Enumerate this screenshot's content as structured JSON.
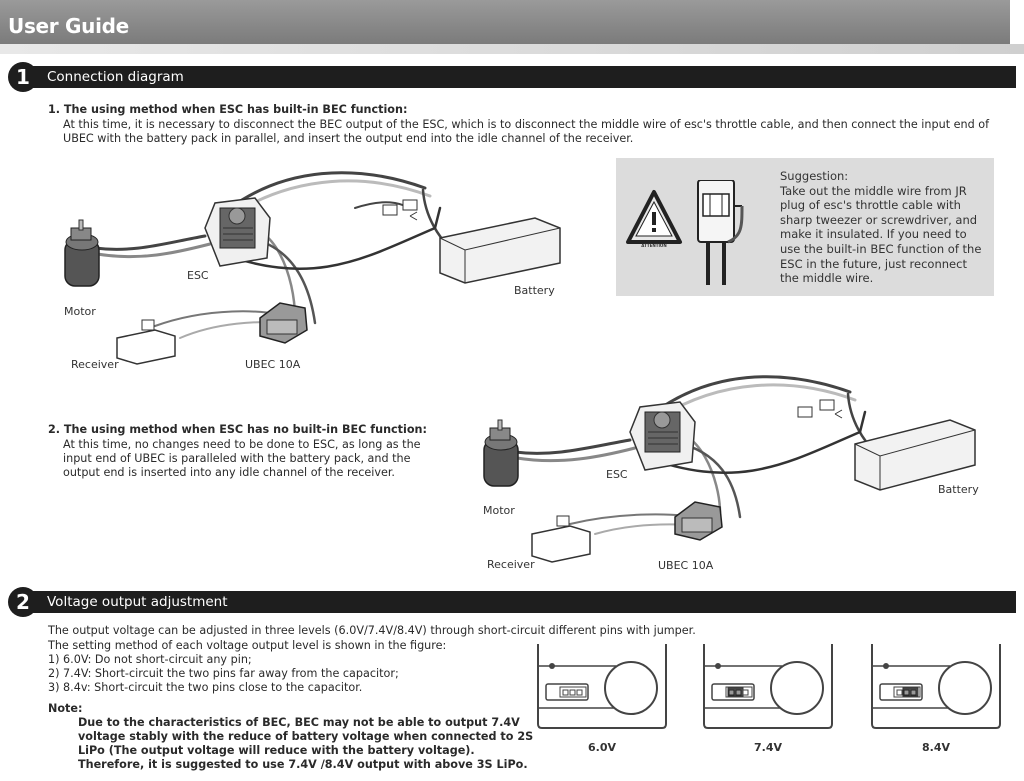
{
  "header": {
    "title": "User Guide"
  },
  "section1": {
    "number": "1",
    "title": "Connection diagram",
    "method1": {
      "heading": "1. The using method when ESC has built-in BEC function:",
      "line1": "At this time, it is necessary to disconnect the BEC output of the ESC, which is to disconnect the middle wire of esc's throttle cable, and then connect the input end of",
      "line2": "UBEC with the battery pack in parallel, and insert the output end into the idle channel of the receiver."
    },
    "diagram1": {
      "motor": "Motor",
      "esc": "ESC",
      "battery": "Battery",
      "receiver": "Receiver",
      "ubec": "UBEC 10A"
    },
    "suggestion": {
      "attention_label": "ATTENTION",
      "lines": [
        "Suggestion:",
        "Take out the middle wire from JR",
        "plug of  esc's throttle cable with",
        "sharp tweezer or screwdriver, and",
        "make it insulated. If you need to",
        "use the built-in BEC function of the",
        "ESC in the future, just reconnect",
        "the middle wire."
      ]
    },
    "method2": {
      "heading": "2. The using method when ESC has no built-in BEC function:",
      "line1": "At this time, no changes need to be done to ESC, as long as the",
      "line2": "input end of UBEC is paralleled with the battery pack, and the",
      "line3": "output end is inserted into any idle channel of the receiver."
    },
    "diagram2": {
      "motor": "Motor",
      "esc": "ESC",
      "battery": "Battery",
      "receiver": "Receiver",
      "ubec": "UBEC 10A"
    }
  },
  "section2": {
    "number": "2",
    "title": "Voltage output adjustment",
    "intro1": "The output voltage can be adjusted in three levels (6.0V/7.4V/8.4V) through short-circuit different pins with jumper.",
    "intro2": "The setting method of each voltage output level is shown in the figure:",
    "item1": "1) 6.0V: Do not short-circuit any pin;",
    "item2": "2) 7.4V: Short-circuit the two pins far away from the capacitor;",
    "item3": "3) 8.4v: Short-circuit the two pins close to the capacitor.",
    "note_label": "Note:",
    "note1": "Due to the characteristics of BEC, BEC may not be able to output 7.4V",
    "note2": "voltage stably with the reduce of battery voltage when connected to 2S",
    "note3": "LiPo (The output voltage will reduce with the battery voltage).",
    "note4": "Therefore, it is suggested to use 7.4V /8.4V output with above 3S LiPo.",
    "voltages": [
      "6.0V",
      "7.4V",
      "8.4V"
    ]
  }
}
